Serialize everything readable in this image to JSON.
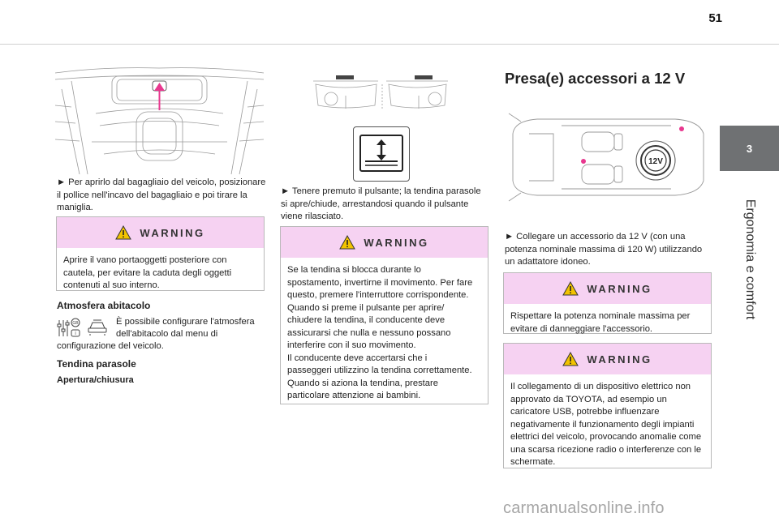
{
  "page_number": "51",
  "side_tab": {
    "number": "3",
    "title": "Ergonomia e comfort"
  },
  "col1": {
    "instruction": "► Per aprirlo dal bagagliaio del veicolo, posizionare il pollice nell'incavo del bagagliaio e poi tirare la maniglia.",
    "warning_title": "WARNING",
    "warning_text": "Aprire il vano portaoggetti posteriore con cautela, per evitare la caduta degli oggetti contenuti al suo interno.",
    "atmosfera_heading": "Atmosfera abitacolo",
    "atmosfera_text_line1": "È possibile configurare l'atmosfera",
    "atmosfera_text_line2": "dell'abitacolo dal menu di",
    "atmosfera_text_line3": "configurazione del veicolo.",
    "tendina_heading": "Tendina parasole",
    "apertura_heading": "Apertura/chiusura"
  },
  "col2": {
    "instruction": "► Tenere premuto il pulsante; la tendina parasole si apre/chiude, arrestandosi quando il pulsante viene rilasciato.",
    "warning_title": "WARNING",
    "warning_text_lines": [
      "Se la tendina si blocca durante lo",
      "spostamento, invertirne il movimento. Per fare",
      "questo, premere l'interruttore corrispondente.",
      "Quando si preme il pulsante per aprire/",
      "chiudere la tendina, il conducente deve",
      "assicurarsi che nulla e nessuno possano",
      "interferire con il suo movimento.",
      "Il conducente deve accertarsi che i",
      "passeggeri utilizzino la tendina correttamente.",
      "Quando si aziona la tendina, prestare",
      "particolare attenzione ai bambini."
    ]
  },
  "col3": {
    "title": "Presa(e) accessori a 12 V",
    "socket_label": "12V",
    "instruction": "► Collegare un accessorio da 12 V (con una potenza nominale massima di 120 W) utilizzando un adattatore idoneo.",
    "warning1_title": "WARNING",
    "warning1_text": "Rispettare la potenza nominale massima per evitare di danneggiare l'accessorio.",
    "warning2_title": "WARNING",
    "warning2_text": "Il collegamento di un dispositivo elettrico non approvato da TOYOTA, ad esempio un caricatore USB, potrebbe influenzare negativamente il funzionamento degli impianti elettrici del veicolo, provocando anomalie come una scarsa ricezione radio o interferenze con le schermate."
  },
  "footer": "carmanualsonline.info",
  "colors": {
    "warning_bg": "#f6d2f2",
    "accent": "#e8388f",
    "side_tab": "#6f7173"
  },
  "icons": [
    "warning-triangle-icon",
    "settings-menu-icon",
    "car-icon",
    "sunshade-switch-icon"
  ]
}
